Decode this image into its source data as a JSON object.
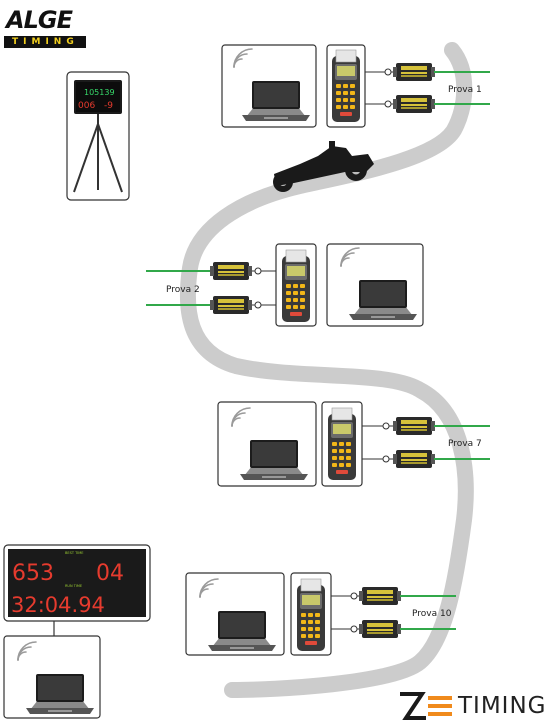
{
  "brand": {
    "alge_name": "ALGE",
    "alge_tagline": "TIMING",
    "partner_name": "TIMING",
    "partner_mark": "ZS"
  },
  "stages": [
    {
      "label": "Prova 1"
    },
    {
      "label": "Prova 2"
    },
    {
      "label": "Prova 7"
    },
    {
      "label": "Prova 10"
    }
  ],
  "tripod_display": {
    "top_value": "105139",
    "bottom_left": "006",
    "bottom_right": "-9"
  },
  "scoreboard": {
    "row1_header": "BEST TIME",
    "row1_left": "653",
    "row1_right": "04",
    "row2_header": "RUN TIME",
    "row2_value": "32:04.94"
  },
  "colors": {
    "track": "#cccccc",
    "lines": "#31a84a",
    "led": "#e63b2e",
    "led_green": "#37d86a",
    "frame": "#333333"
  },
  "icons": [
    "laptop-icon",
    "wifi-icon",
    "printer-icon",
    "timer-module-icon",
    "race-car-icon",
    "tripod-display-icon",
    "scoreboard-icon"
  ]
}
